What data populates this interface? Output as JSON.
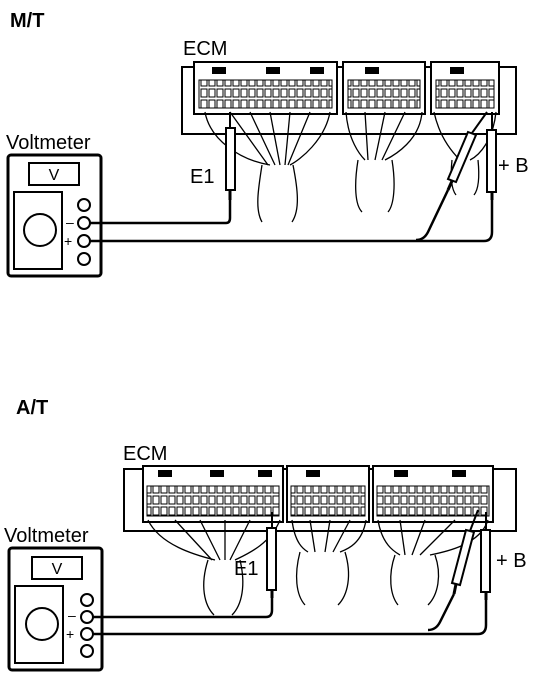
{
  "diagrams": [
    {
      "title": "M/T",
      "ecm_label": "ECM",
      "meter_label": "Voltmeter",
      "meter_display": "V",
      "ground_label": "E1",
      "battery_label": "+ B",
      "minus_sign": "–",
      "plus_sign": "+"
    },
    {
      "title": "A/T",
      "ecm_label": "ECM",
      "meter_label": "Voltmeter",
      "meter_display": "V",
      "ground_label": "E1",
      "battery_label": "+ B",
      "minus_sign": "–",
      "plus_sign": "+"
    }
  ],
  "colors": {
    "ink": "#000000",
    "paper": "#ffffff"
  }
}
